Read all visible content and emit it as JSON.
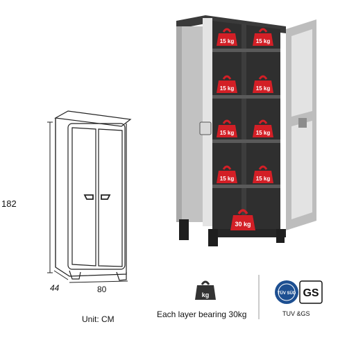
{
  "dimensions": {
    "height": "182",
    "width": "80",
    "depth": "44",
    "unit_label": "Unit: CM"
  },
  "weights": {
    "shelf_label": "15 kg",
    "bottom_label": "30 kg",
    "icon_label": "kg"
  },
  "bearing_text": "Each layer bearing 30kg",
  "certifications": {
    "tuv_badge": "TÜV SÜD",
    "gs_badge": "GS",
    "label": "TUV &GS"
  },
  "colors": {
    "weight_red": "#d31f26",
    "cabinet_dark": "#2b2b2b",
    "cabinet_grey": "#b9b9b9",
    "line_art": "#222222"
  }
}
